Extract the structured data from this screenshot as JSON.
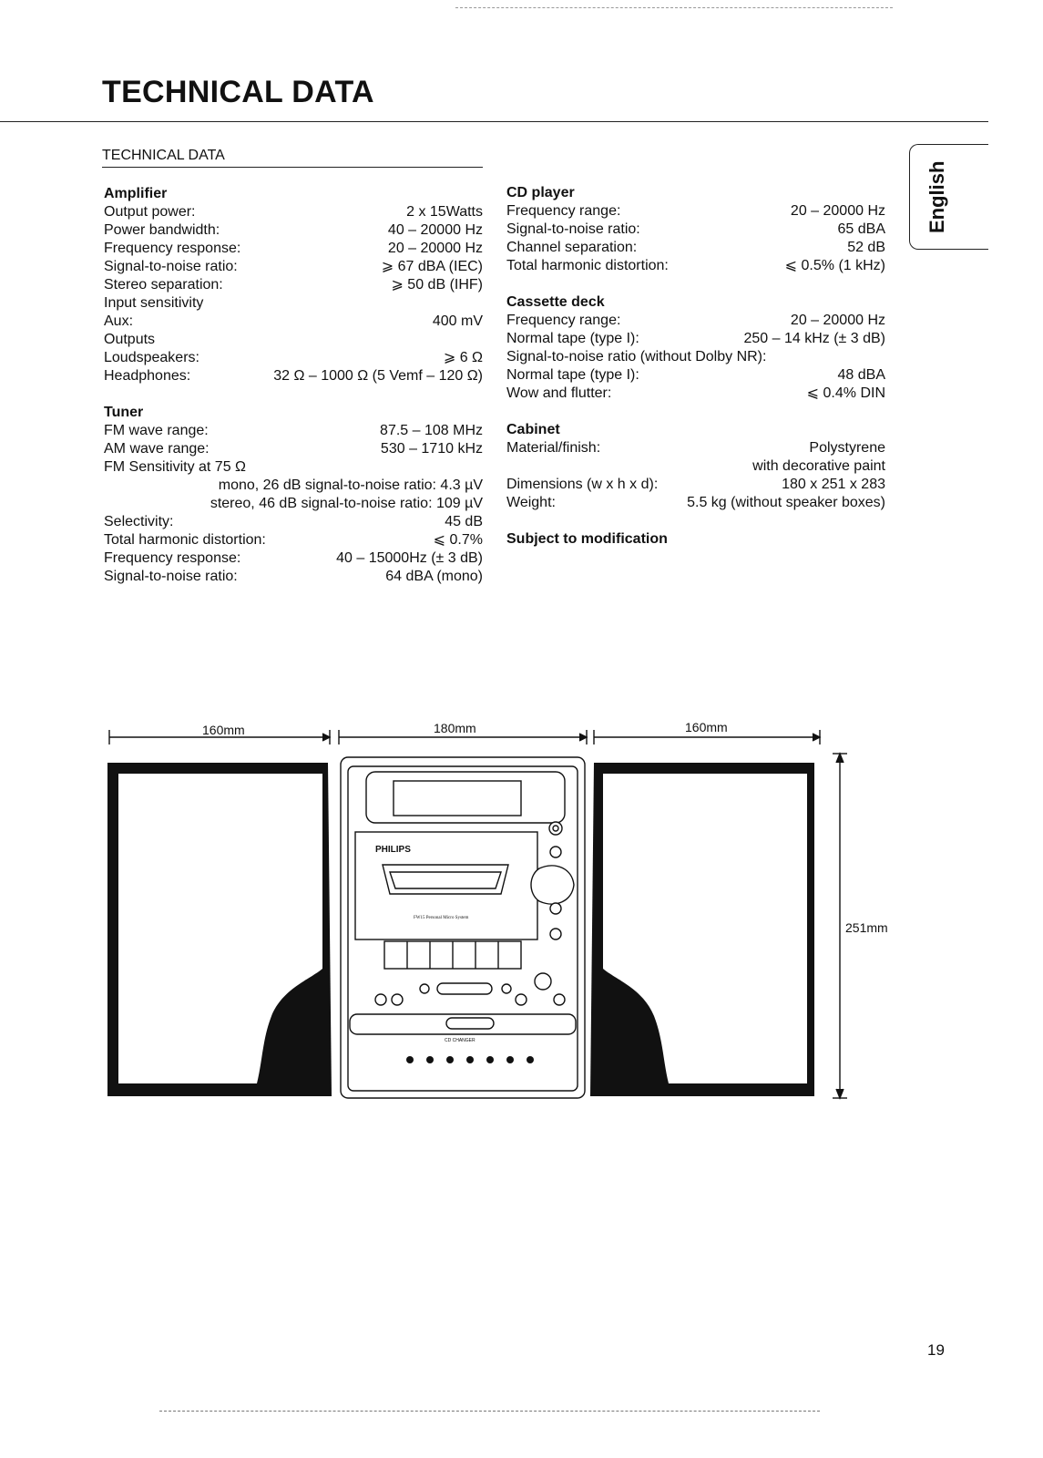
{
  "page": {
    "title": "TECHNICAL DATA",
    "section_title": "TECHNICAL DATA",
    "language_tab": "English",
    "page_number": "19"
  },
  "left_column": [
    {
      "label": "Amplifier",
      "value": "",
      "style": "head"
    },
    {
      "label": "Output power:",
      "value": "2 x 15Watts"
    },
    {
      "label": "Power bandwidth:",
      "value": "40 – 20000 Hz"
    },
    {
      "label": "Frequency response:",
      "value": "20 – 20000 Hz"
    },
    {
      "label": "Signal-to-noise ratio:",
      "value": "⩾ 67 dBA (IEC)"
    },
    {
      "label": "Stereo separation:",
      "value": "⩾ 50 dB (IHF)"
    },
    {
      "label": "Input sensitivity",
      "value": ""
    },
    {
      "label": "Aux:",
      "value": "400 mV"
    },
    {
      "label": "Outputs",
      "value": ""
    },
    {
      "label": "Loudspeakers:",
      "value": "⩾ 6 Ω"
    },
    {
      "label": "Headphones:",
      "value": "32 Ω – 1000 Ω (5 Vemf – 120 Ω)"
    },
    {
      "label": "",
      "value": "",
      "style": "gap"
    },
    {
      "label": "Tuner",
      "value": "",
      "style": "head"
    },
    {
      "label": "FM wave range:",
      "value": "87.5 – 108 MHz"
    },
    {
      "label": "AM wave range:",
      "value": "530 – 1710 kHz"
    },
    {
      "label": "FM Sensitivity at 75 Ω",
      "value": ""
    },
    {
      "label": "",
      "value": "mono, 26 dB signal-to-noise  ratio: 4.3 µV",
      "style": "right"
    },
    {
      "label": "",
      "value": "stereo, 46 dB signal-to-noise  ratio: 109  µV",
      "style": "right"
    },
    {
      "label": "Selectivity:",
      "value": "45 dB"
    },
    {
      "label": "Total harmonic distortion:",
      "value": "⩽ 0.7%"
    },
    {
      "label": "Frequency response:",
      "value": "40 – 15000Hz (± 3 dB)"
    },
    {
      "label": "Signal-to-noise ratio:",
      "value": "64 dBA (mono)"
    }
  ],
  "right_column": [
    {
      "label": "CD player",
      "value": "",
      "style": "head"
    },
    {
      "label": "Frequency range:",
      "value": "20 – 20000 Hz"
    },
    {
      "label": "Signal-to-noise ratio:",
      "value": "65 dBA"
    },
    {
      "label": "Channel separation:",
      "value": "52 dB"
    },
    {
      "label": "Total harmonic distortion:",
      "value": "⩽ 0.5% (1 kHz)"
    },
    {
      "label": "",
      "value": "",
      "style": "gap"
    },
    {
      "label": "Cassette deck",
      "value": "",
      "style": "head"
    },
    {
      "label": "Frequency range:",
      "value": "20 – 20000 Hz"
    },
    {
      "label": "Normal tape (type I):",
      "value": "250 – 14 kHz (± 3 dB)"
    },
    {
      "label": "Signal-to-noise ratio (without Dolby NR):",
      "value": ""
    },
    {
      "label": "Normal tape (type I):",
      "value": "48 dBA"
    },
    {
      "label": "Wow and flutter:",
      "value": "⩽ 0.4% DIN"
    },
    {
      "label": "",
      "value": "",
      "style": "gap"
    },
    {
      "label": "Cabinet",
      "value": "",
      "style": "head"
    },
    {
      "label": "Material/finish:",
      "value": "Polystyrene"
    },
    {
      "label": "",
      "value": "with decorative paint",
      "style": "right"
    },
    {
      "label": "Dimensions (w x h x d):",
      "value": "180 x 251 x 283"
    },
    {
      "label": "Weight:",
      "value": "5.5 kg (without speaker boxes)"
    },
    {
      "label": "",
      "value": "",
      "style": "gap"
    },
    {
      "label": "Subject to modification",
      "value": "",
      "style": "head"
    }
  ],
  "diagram": {
    "width_left": "160mm",
    "width_center": "180mm",
    "width_right": "160mm",
    "height": "251mm",
    "brand": "PHILIPS",
    "model_text": "FW15 Personal Micro System",
    "changer_text": "CD CHANGER",
    "disc_number": "7"
  }
}
